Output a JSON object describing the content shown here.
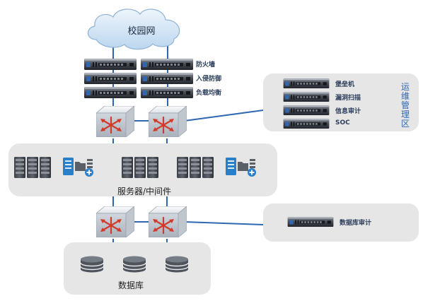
{
  "cloud": {
    "label": "校园网"
  },
  "security_devices": [
    "防火墙",
    "入侵防御",
    "负载均衡"
  ],
  "ops_zone": {
    "title": "运维管理区",
    "devices": [
      "堡垒机",
      "漏洞扫描",
      "信息审计",
      "SOC"
    ]
  },
  "server_zone": {
    "label": "服务器/中间件"
  },
  "db_audit_zone": {
    "device": "数据库审计"
  },
  "db_zone": {
    "label": "数据库"
  },
  "colors": {
    "link": "#2f67b2",
    "zone": "#e6e6e6",
    "accent": "#2f67b2",
    "switch_arrow": "#d23a2a"
  }
}
